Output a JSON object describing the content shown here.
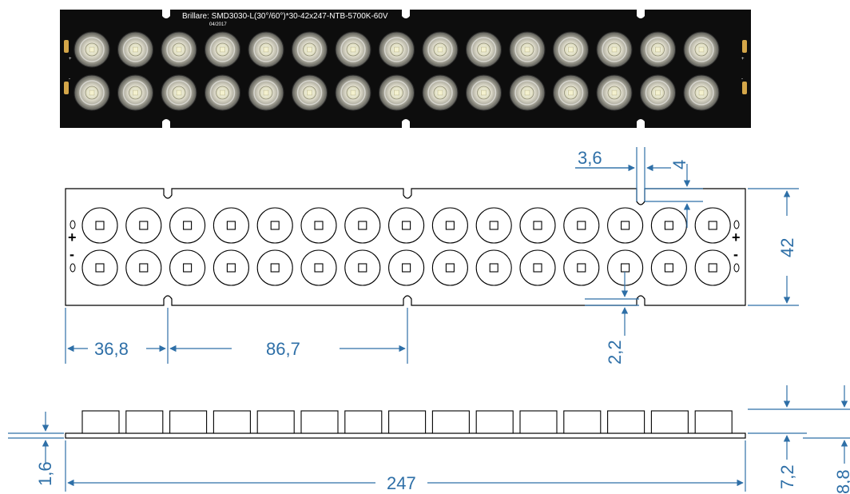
{
  "photo": {
    "label": "Brillare: SMD3030-L(30°/60°)*30-42x247-NTB-5700K-60V",
    "date": "04/2017",
    "leds_per_row": 15,
    "rows": 2,
    "pad_plus": "+",
    "pad_minus": "-"
  },
  "top_view": {
    "plus_symbol": "+",
    "minus_symbol": "-",
    "dim_notch_width": "3,6",
    "dim_notch_depth": "4",
    "dim_height": "42",
    "dim_bottom_notch": "2,2",
    "dim_first_notch": "36,8",
    "dim_notch_spacing": "86,7"
  },
  "side_view": {
    "dim_pcb_thickness": "1,6",
    "dim_length": "247",
    "dim_lens_height": "7,2",
    "dim_total_height": "8,8"
  },
  "colors": {
    "dimension": "#2e6fa7",
    "pcb": "#0d0d0d",
    "outline": "#000000"
  }
}
